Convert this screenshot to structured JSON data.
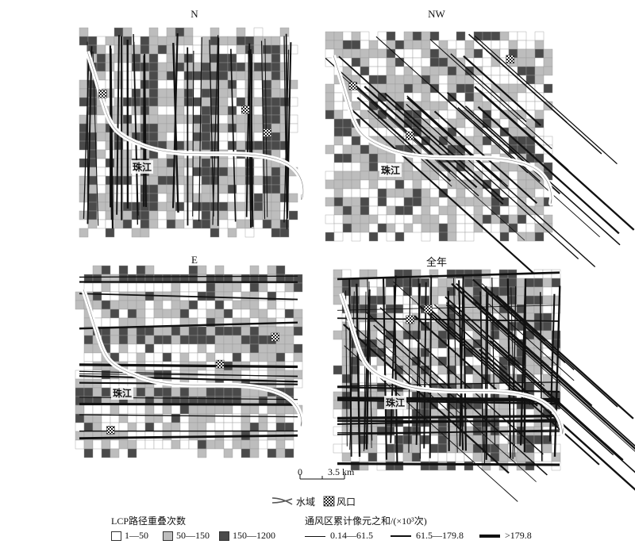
{
  "panels": [
    {
      "title": "N"
    },
    {
      "title": "NW"
    },
    {
      "title": "E"
    },
    {
      "title": "全年"
    }
  ],
  "river_label": "珠江",
  "scale": {
    "zero": "0",
    "distance": "3.5 km"
  },
  "legend_top": {
    "water": "水域",
    "vent": "风口"
  },
  "legend_lcp": {
    "title": "LCP路径重叠次数",
    "classes": [
      "1—50",
      "50—150",
      "150—1200"
    ],
    "colors": [
      "#ffffff",
      "#bdbdbd",
      "#4a4a4a"
    ]
  },
  "legend_vent": {
    "title": "通风区累计像元之和/(×10³次)",
    "classes": [
      "0.14—61.5",
      "61.5—179.8",
      ">179.8"
    ]
  }
}
